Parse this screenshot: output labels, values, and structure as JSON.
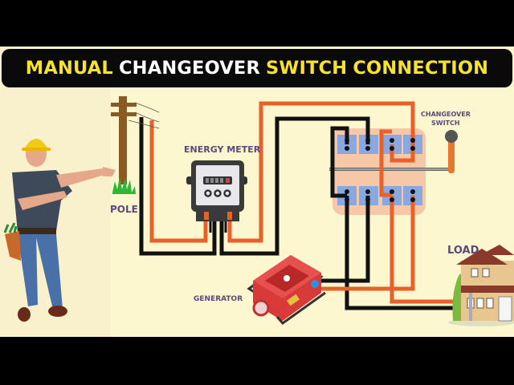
{
  "title": {
    "words": [
      {
        "text": "MANUAL",
        "color": "#f7e22d"
      },
      {
        "text": "CHANGEOVER",
        "color": "#ffffff"
      },
      {
        "text": "SWITCH",
        "color": "#f7e22d"
      },
      {
        "text": "CONNECTION",
        "color": "#f7e22d"
      }
    ]
  },
  "labels": {
    "pole": "POLE",
    "energy_meter": "ENERGY METER",
    "changeover_line1": "CHANGEOVER",
    "changeover_line2": "SWITCH",
    "generator": "GENERATOR",
    "load": "LOAD"
  },
  "colors": {
    "background": "#fdf7cf",
    "wire_phase": "#e8602a",
    "wire_neutral": "#111111",
    "label_text": "#5a4a7a",
    "switch_body": "#f6c8a8",
    "terminal": "#8aa8e0"
  },
  "icons": [
    "electrician-figure",
    "utility-pole-icon",
    "energy-meter-icon",
    "changeover-switch-icon",
    "generator-icon",
    "house-icon"
  ]
}
